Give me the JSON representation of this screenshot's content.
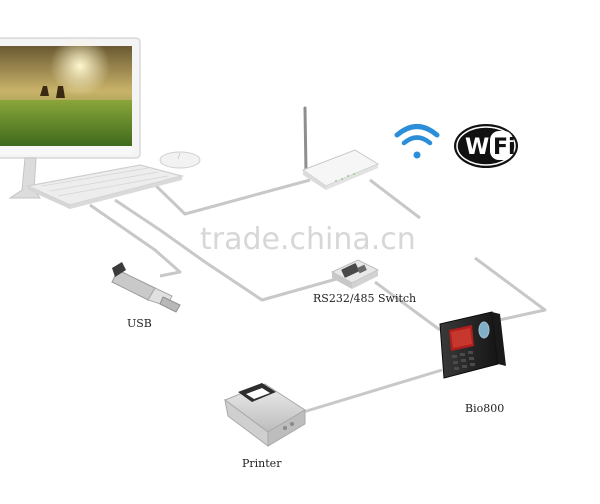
{
  "labels": {
    "usb": "USB",
    "switch": "RS232/485 Switch",
    "device": "Bio800",
    "printer": "Printer"
  },
  "wifi_logo_text": "WiFi",
  "watermark": "trade.china.cn",
  "colors": {
    "cable": "#c8c8c8",
    "wifi_blue": "#2a8fd8",
    "device_body": "#2b2b2b",
    "screen": "#b21d1d"
  },
  "icons": [
    "monitor-icon",
    "keyboard-icon",
    "mouse-icon",
    "router-icon",
    "wifi-signal-icon",
    "wifi-logo-icon",
    "usb-drive-icon",
    "rs232-switch-icon",
    "bio800-terminal-icon",
    "printer-icon"
  ]
}
